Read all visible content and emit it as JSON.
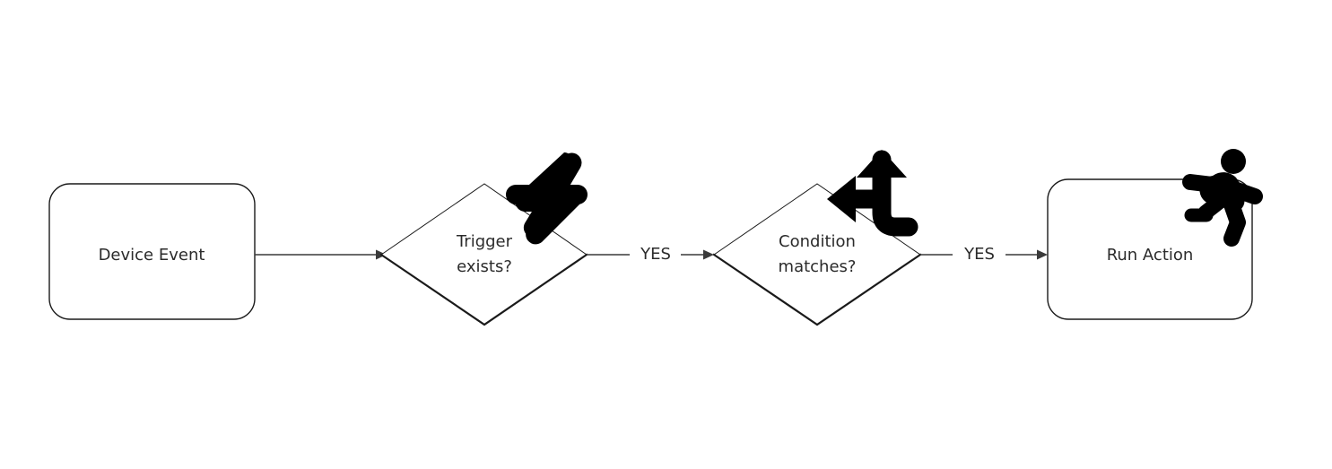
{
  "diagram": {
    "type": "flowchart",
    "orientation": "left-to-right",
    "background_color": "#ffffff",
    "line_color": "#3a3a3a",
    "text_color": "#2b2b2b",
    "icon_color": "#000000",
    "nodes": [
      {
        "id": "device-event",
        "label": "Device Event",
        "shape": "rounded-rectangle",
        "icon": null
      },
      {
        "id": "trigger-exists",
        "label_line1": "Trigger",
        "label_line2": "exists?",
        "shape": "diamond",
        "icon": "lightning-bolt-icon"
      },
      {
        "id": "condition-matches",
        "label_line1": "Condition",
        "label_line2": "matches?",
        "shape": "diamond",
        "icon": "fork-arrow-icon"
      },
      {
        "id": "run-action",
        "label": "Run Action",
        "shape": "rounded-rectangle",
        "icon": "running-person-icon"
      }
    ],
    "edges": [
      {
        "id": "edge-1",
        "from": "device-event",
        "to": "trigger-exists",
        "label": ""
      },
      {
        "id": "edge-2",
        "from": "trigger-exists",
        "to": "condition-matches",
        "label": "YES"
      },
      {
        "id": "edge-3",
        "from": "condition-matches",
        "to": "run-action",
        "label": "YES"
      }
    ]
  }
}
